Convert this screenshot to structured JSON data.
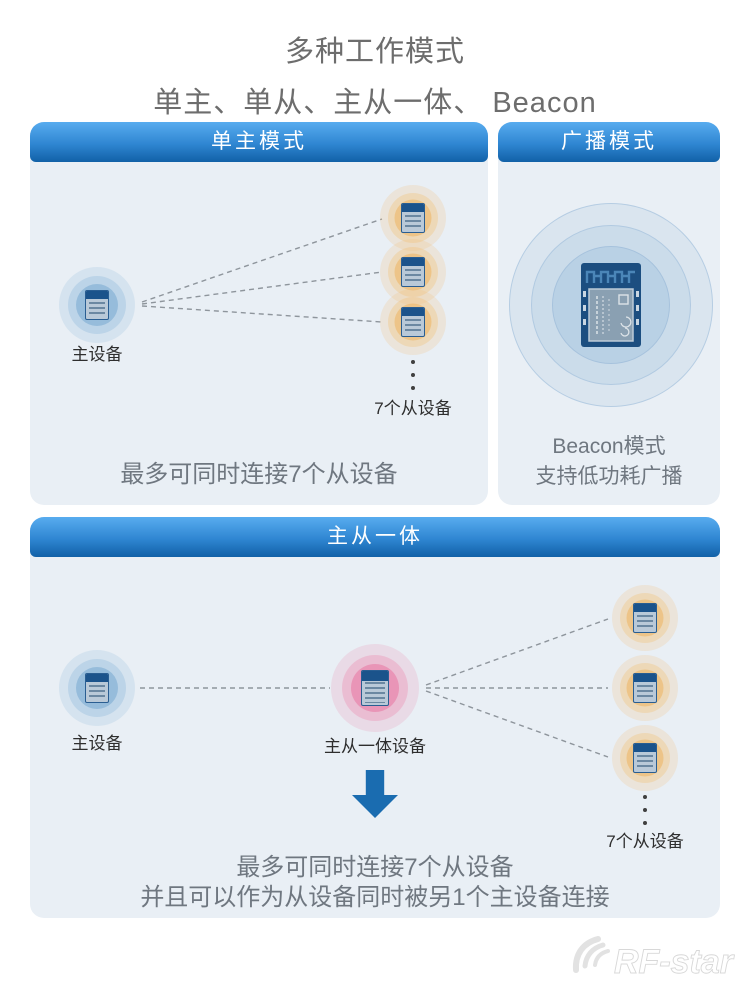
{
  "header": {
    "title_line1": "多种工作模式",
    "title_line2": "单主、单从、主从一体、 Beacon"
  },
  "panel_single_master": {
    "header": "单主模式",
    "master_label": "主设备",
    "slave_group_label": "7个从设备",
    "caption": "最多可同时连接7个从设备"
  },
  "panel_broadcast": {
    "header": "广播模式",
    "caption_line1": "Beacon模式",
    "caption_line2": "支持低功耗广播"
  },
  "panel_master_slave": {
    "header": "主从一体",
    "master_label": "主设备",
    "combo_label": "主从一体设备",
    "slave_group_label": "7个从设备",
    "caption_line1": "最多可同时连接7个从设备",
    "caption_line2": "并且可以作为从设备同时被另1个主设备连接"
  },
  "footer": {
    "logo_text": "RF-star"
  },
  "colors": {
    "header_gradient_top": "#55aaee",
    "header_gradient_bottom": "#1161a7",
    "panel_bg": "#e9eff5",
    "arrow_blue": "#1a6cb0",
    "ring_blue": "#9cc2e0",
    "ring_orange": "#f0c482",
    "ring_pink": "#ec86ae",
    "title_gray": "#6d6d6d",
    "caption_gray": "#6f7780"
  }
}
